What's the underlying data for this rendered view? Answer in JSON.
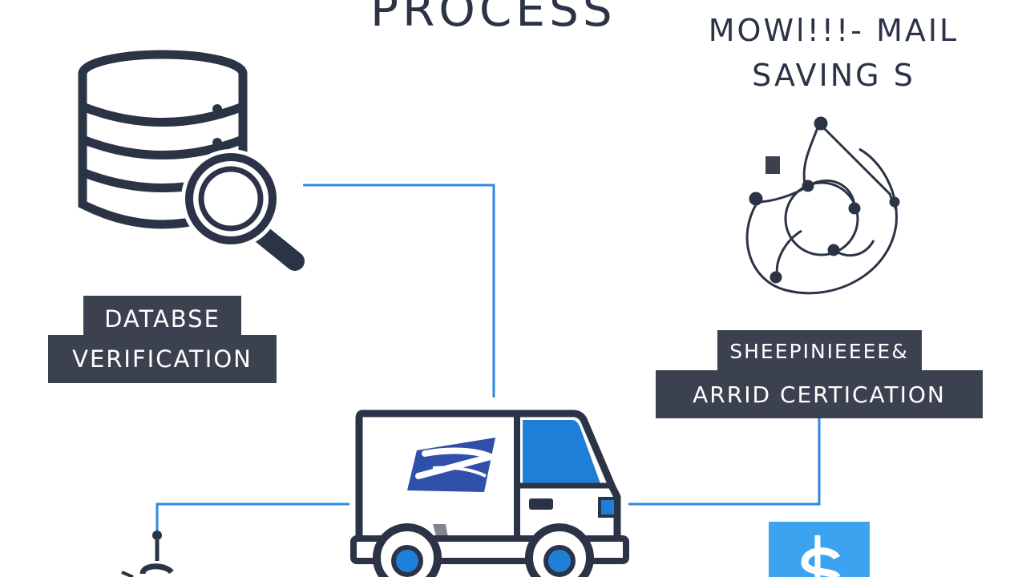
{
  "header": {
    "title": "PROCESS",
    "subtitle_line1": "MOWl!!!- MAIL",
    "subtitle_line2": "SAVING S"
  },
  "nodes": {
    "database": {
      "icon": "database-search-icon",
      "label_line1": "DATABSE",
      "label_line2": "VERIFICATION"
    },
    "certification": {
      "icon": "circular-network-icon",
      "label_line1": "SHEEPINIEEEE&",
      "label_line2": "ARRID CERTICATION"
    },
    "delivery": {
      "icon": "mail-truck-icon"
    },
    "savings_left": {
      "icon": "dollar-icon"
    },
    "savings_right": {
      "icon": "dollar-icon"
    }
  },
  "colors": {
    "dark": "#2b3446",
    "accent_blue": "#2b8be0",
    "truck_blue": "#1e7fd9",
    "logo_blue": "#2f4fa8",
    "label_bg": "#3c4150",
    "dollar_tile": "#3ba3f0",
    "background": "#ffffff"
  }
}
